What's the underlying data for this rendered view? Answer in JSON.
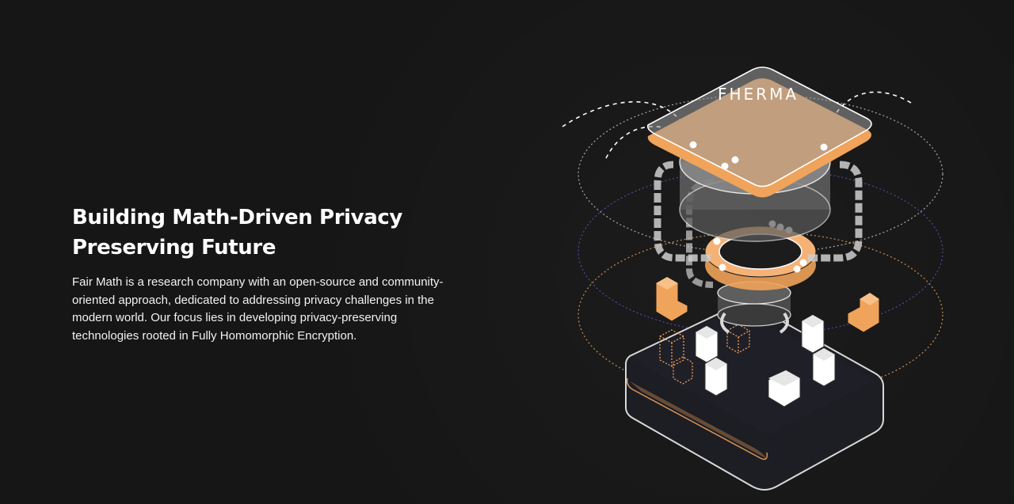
{
  "hero": {
    "title_line1": "Building Math-Driven Privacy",
    "title_line2": "Preserving Future",
    "description": "Fair Math is a research company with an open-source and community-oriented approach, dedicated to addressing privacy challenges in the modern world. Our focus lies in developing privacy-preserving technologies rooted in Fully Homomorphic Encryption."
  },
  "illustration": {
    "brand_logo_text": "FHERMA"
  },
  "colors": {
    "background": "#161616",
    "accent_orange": "#F0A35A",
    "ring_purple": "#5A4FB3",
    "text": "#FFFFFF"
  }
}
